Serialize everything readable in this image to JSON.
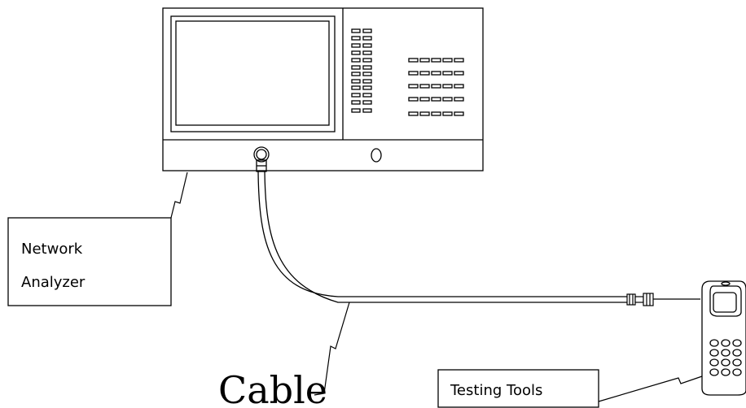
{
  "labels": {
    "analyzer_line1": "Network",
    "analyzer_line2": "Analyzer",
    "cable": "Cable",
    "testing_tools": "Testing Tools"
  }
}
